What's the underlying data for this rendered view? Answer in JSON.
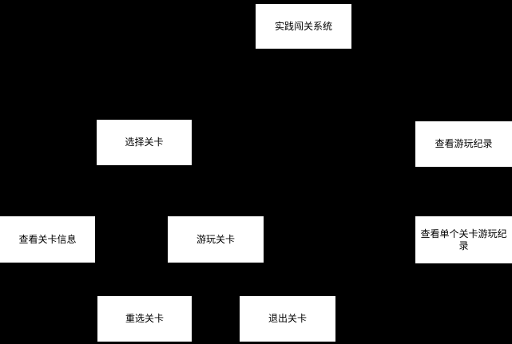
{
  "diagram": {
    "background_color": "#000000",
    "node_fill_color": "#ffffff",
    "node_text_color": "#000000",
    "nodes": [
      {
        "id": "system",
        "label": "实践闯关系统"
      },
      {
        "id": "select-level",
        "label": "选择关卡"
      },
      {
        "id": "view-play-records",
        "label": "查看游玩纪录"
      },
      {
        "id": "view-level-info",
        "label": "查看关卡信息"
      },
      {
        "id": "play-level",
        "label": "游玩关卡"
      },
      {
        "id": "view-single-level-play-records",
        "label": "查看单个关卡游玩纪​录"
      },
      {
        "id": "reselect-level",
        "label": "重选关卡"
      },
      {
        "id": "exit-level",
        "label": "退出关卡"
      }
    ]
  }
}
